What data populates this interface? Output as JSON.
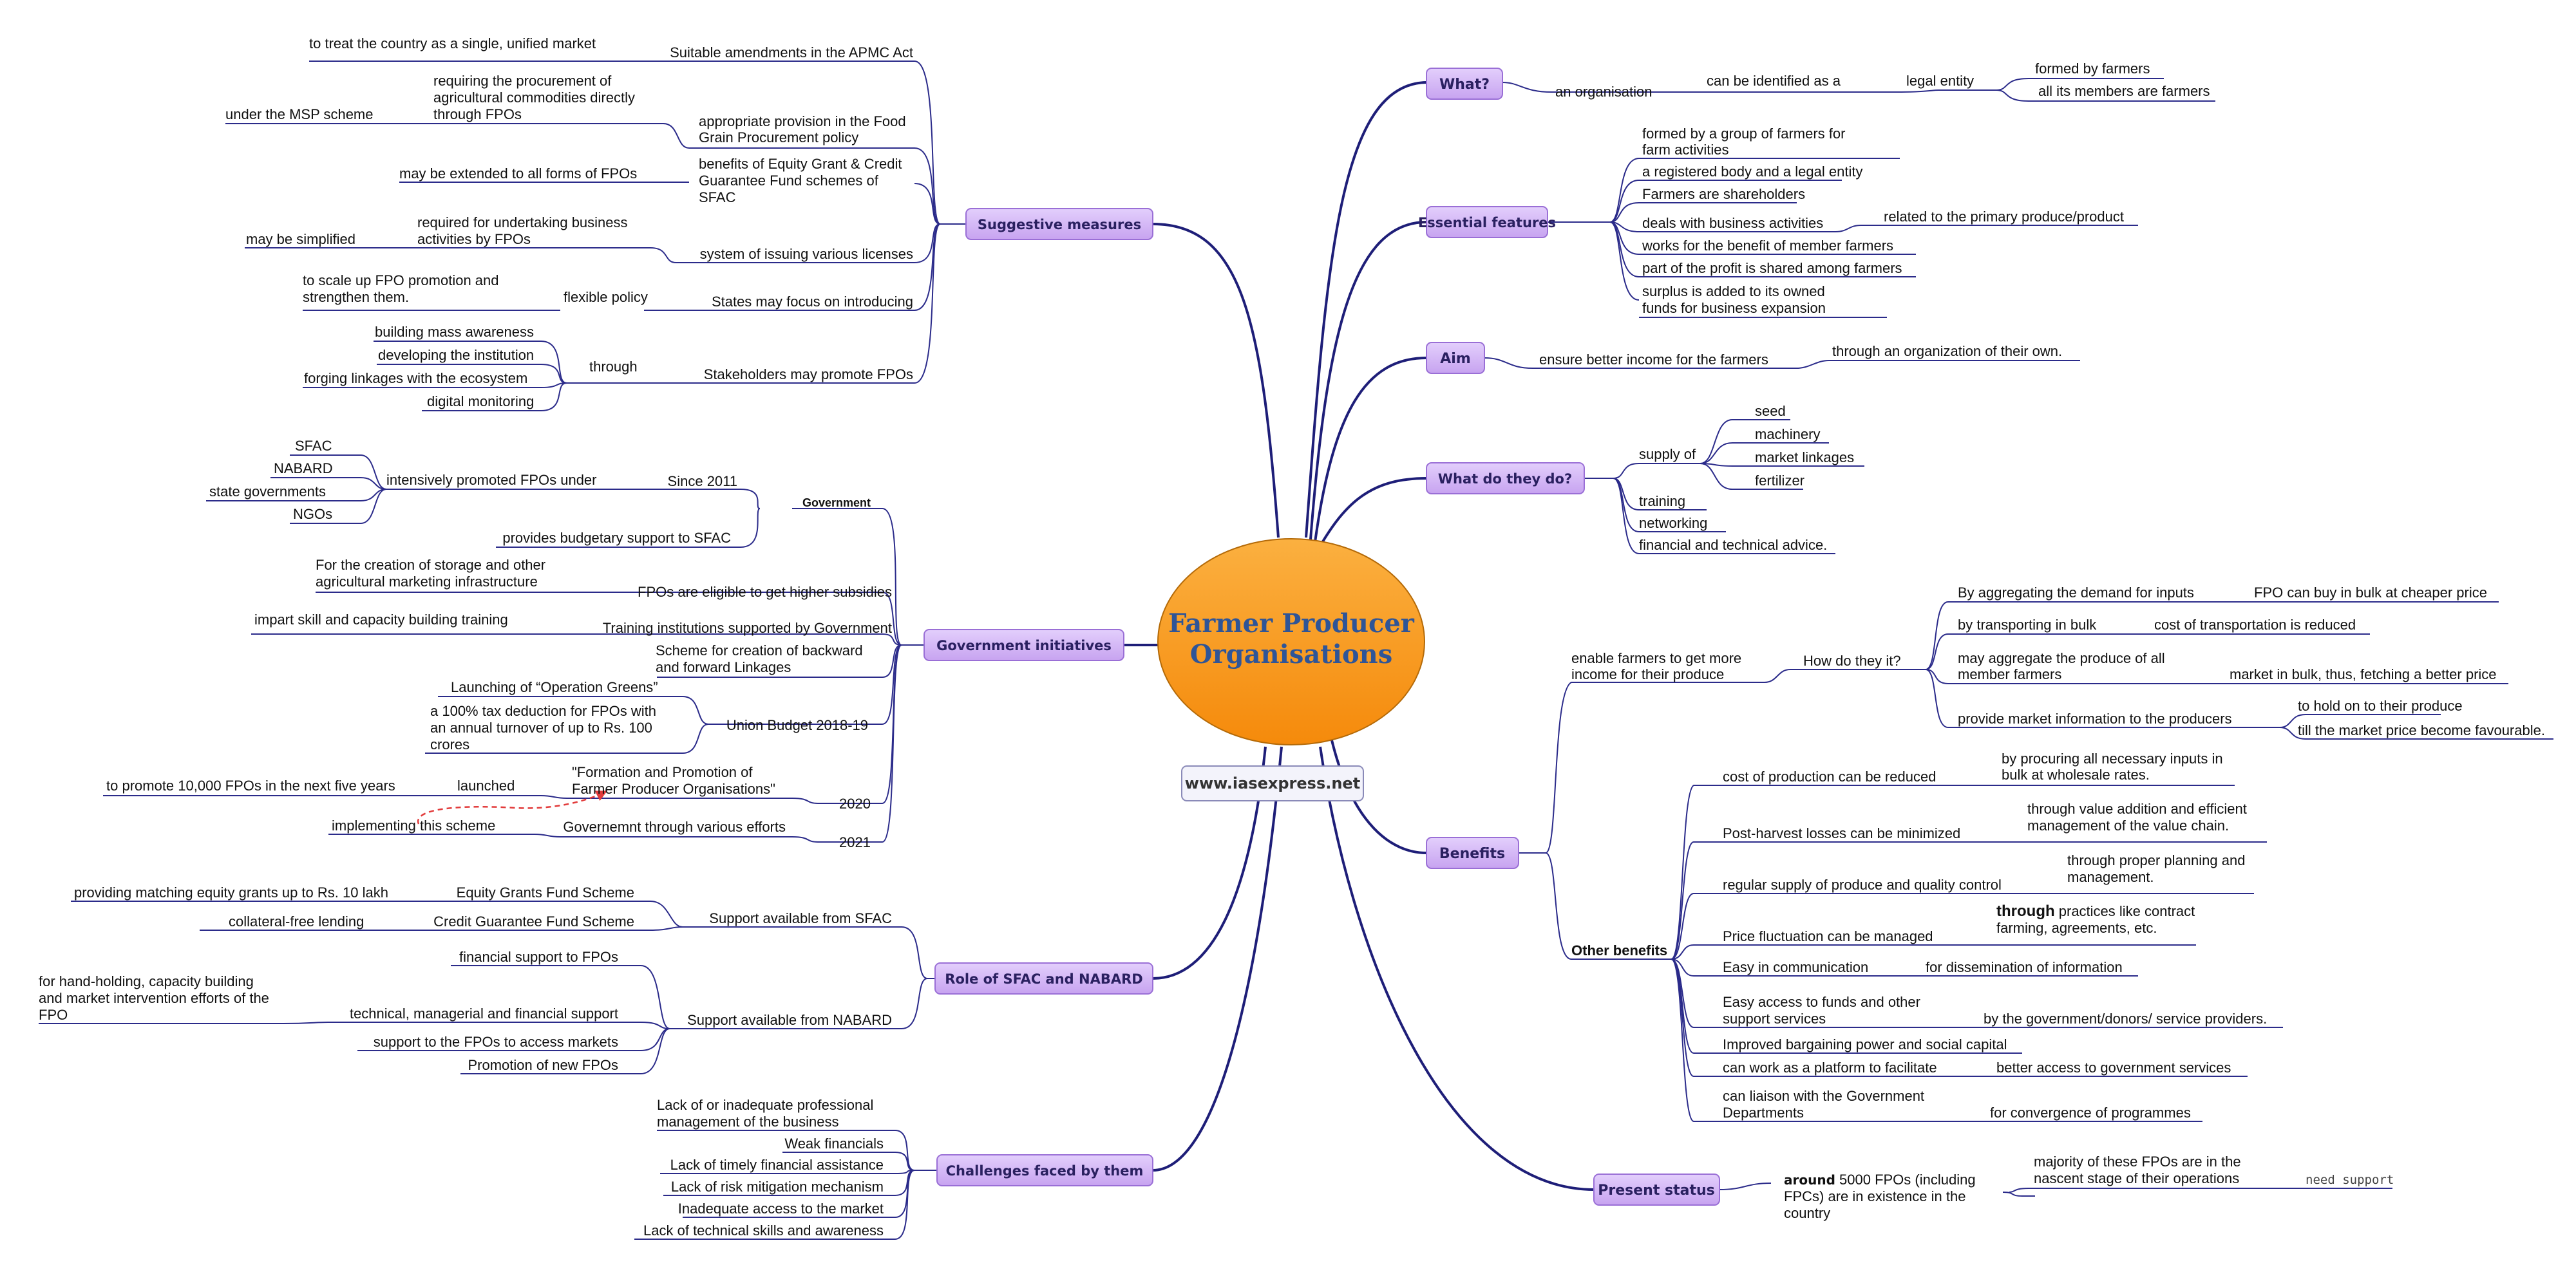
{
  "central": {
    "line1": "Farmer Producer",
    "line2": "Organisations",
    "fill": "#f7941d",
    "text_color": "#2f5597"
  },
  "website": "www.iasexpress.net",
  "colors": {
    "branch_fill": "#d4b8f5",
    "branch_border": "#9a6fd6",
    "line": "#2b2b8a"
  },
  "right": {
    "what": {
      "title": "What?",
      "n1": "an organisation",
      "n2": "can be identified as a",
      "n3": "legal entity",
      "n4": "formed by farmers",
      "n5": "all its members are farmers"
    },
    "essential": {
      "title": "Essential features",
      "i1a": "formed by a group of farmers for",
      "i1b": "farm activities",
      "i2": "a registered body and a legal entity",
      "i3": "Farmers are shareholders",
      "i4": "deals with business activities",
      "i4s": "related to the primary produce/product",
      "i5": "works for the benefit of member farmers",
      "i6": "part of the profit is shared among farmers",
      "i7a": "surplus is added to its owned",
      "i7b": "funds for business expansion"
    },
    "aim": {
      "title": "Aim",
      "n1": "ensure better income for the farmers",
      "n2": "through an organization of their own."
    },
    "do": {
      "title": "What do they do?",
      "supply": "supply of",
      "s1": "seed",
      "s2": "machinery",
      "s3": "market linkages",
      "s4": "fertilizer",
      "t": "training",
      "n": "networking",
      "f": "financial and technical advice."
    },
    "benefits": {
      "title": "Benefits",
      "enable_a": "enable farmers to get more",
      "enable_b": "income for their produce",
      "how": "How do they it?",
      "h1": "By aggregating the demand for inputs",
      "h1s": "FPO can buy in bulk at cheaper price",
      "h2": "by transporting in bulk",
      "h2s": "cost of transportation is reduced",
      "h3a": "may aggregate the produce of all",
      "h3b": "member farmers",
      "h3s": "market in bulk, thus, fetching a better price",
      "h4": "provide market information to the producers",
      "h4s1": "to hold on to their produce",
      "h4s2": "till the market price become favourable.",
      "other": "Other benefits",
      "o1": "cost of production can be reduced",
      "o1sa": "by procuring all necessary inputs in",
      "o1sb": "bulk at wholesale rates.",
      "o2": "Post-harvest losses can be minimized",
      "o2sa": "through value addition and efficient",
      "o2sb": "management of the value chain.",
      "o3": "regular supply of produce and quality control",
      "o3sa": "through proper planning and",
      "o3sb": "management.",
      "o4": "Price fluctuation can be managed",
      "o4sa_bold": "through",
      "o4sa_rest": " practices like contract",
      "o4sb": "farming, agreements, etc.",
      "o5": "Easy in communication",
      "o5s": "for dissemination of information",
      "o6a": "Easy access to funds and other",
      "o6b": "support services",
      "o6s": "by the government/donors/ service providers.",
      "o7": "Improved bargaining power and social capital",
      "o8": "can work as a platform to facilitate",
      "o8s": "better access to government services",
      "o9a": "can liaison with the Government",
      "o9b": "Departments",
      "o9s": "for convergence of programmes"
    },
    "status": {
      "title": "Present status",
      "l1_bold": "around",
      "l1_rest": " 5000 FPOs (including",
      "l2": "FPCs) are in existence in the",
      "l3": "country",
      "s1a": "majority of these FPOs are in the",
      "s1b": "nascent stage of their operations",
      "s2": "need support"
    }
  },
  "left": {
    "suggestive": {
      "title": "Suggestive measures",
      "m1": "Suitable amendments in the APMC Act",
      "m1s": "to treat the country as a single, unified market",
      "m2a": "appropriate provision in the Food",
      "m2b": "Grain Procurement policy",
      "m2sa": "requiring the procurement of",
      "m2sb": "agricultural commodities directly",
      "m2sc": "through FPOs",
      "m2ss": "under the MSP scheme",
      "m3a": "benefits of Equity Grant & Credit",
      "m3b": "Guarantee Fund schemes of",
      "m3c": "SFAC",
      "m3s": "may be extended to all forms of FPOs",
      "m4": "system of issuing various licenses",
      "m4sa": "required for undertaking business",
      "m4sb": "activities by FPOs",
      "m4ss": "may be simplified",
      "m5": "States may focus on introducing",
      "m5s": "flexible policy",
      "m5sa": "to scale up FPO promotion and",
      "m5sb": "strengthen them.",
      "m6": "Stakeholders may promote FPOs",
      "m6s": "through",
      "m6t1": "building mass awareness",
      "m6t2": "developing the institution",
      "m6t3": "forging linkages with the ecosystem",
      "m6t4": "digital monitoring"
    },
    "gov": {
      "title": "Government initiatives",
      "govt": "Government",
      "since": "Since 2011",
      "intens": "intensively promoted FPOs under",
      "g1": "SFAC",
      "g2": "NABARD",
      "g3": "state governments",
      "g4": "NGOs",
      "budg": "provides budgetary support to SFAC",
      "sub": "FPOs are eligible to get higher subsidies",
      "suba": "For the creation of storage and other",
      "subb": "agricultural marketing infrastructure",
      "train": "Training institutions supported by Government",
      "trains": "impart skill and capacity building training",
      "schemea": "Scheme for creation of backward",
      "schemeb": "and forward Linkages",
      "union": "Union Budget 2018-19",
      "op": "Launching of “Operation Greens”",
      "taxa": "a 100% tax deduction for FPOs with",
      "taxb": "an annual turnover of up to Rs. 100",
      "taxc": "crores",
      "y2020": "2020",
      "forma": "\"Formation and Promotion of",
      "formb": "Farmer Producer Organisations\"",
      "launched": "launched",
      "promote": "to promote 10,000 FPOs in the next five years",
      "y2021": "2021",
      "effort": "Governemnt through various efforts",
      "impl": "implementing this scheme"
    },
    "sfac": {
      "title": "Role of SFAC and NABARD",
      "s1": "Support available from SFAC",
      "s1a": "Equity Grants Fund Scheme",
      "s1as": "providing matching equity grants up to Rs. 10 lakh",
      "s1b": "Credit Guarantee Fund Scheme",
      "s1bs": "collateral-free lending",
      "s2": "Support available from NABARD",
      "n1": "financial support to FPOs",
      "n2": "technical, managerial and financial support",
      "n2sa": "for hand-holding, capacity building",
      "n2sb": "and market intervention efforts of the",
      "n2sc": "FPO",
      "n3": "support to the FPOs to access markets",
      "n4": "Promotion of new FPOs"
    },
    "chal": {
      "title": "Challenges faced by them",
      "c1a": "Lack of or inadequate professional",
      "c1b": "management of the business",
      "c2": "Weak financials",
      "c3": "Lack of timely financial assistance",
      "c4": "Lack of risk mitigation mechanism",
      "c5": "Inadequate access to the market",
      "c6": "Lack of technical skills and awareness"
    }
  }
}
